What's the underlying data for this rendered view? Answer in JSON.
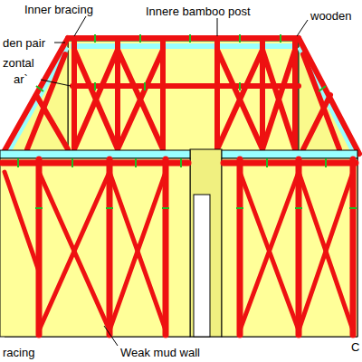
{
  "diagram": {
    "labels": [
      "Inner bracing",
      "Innere bamboo post",
      "wooden",
      "den pair",
      "zontal",
      "ar`",
      "C",
      "racing",
      "Weak mud wall"
    ]
  }
}
